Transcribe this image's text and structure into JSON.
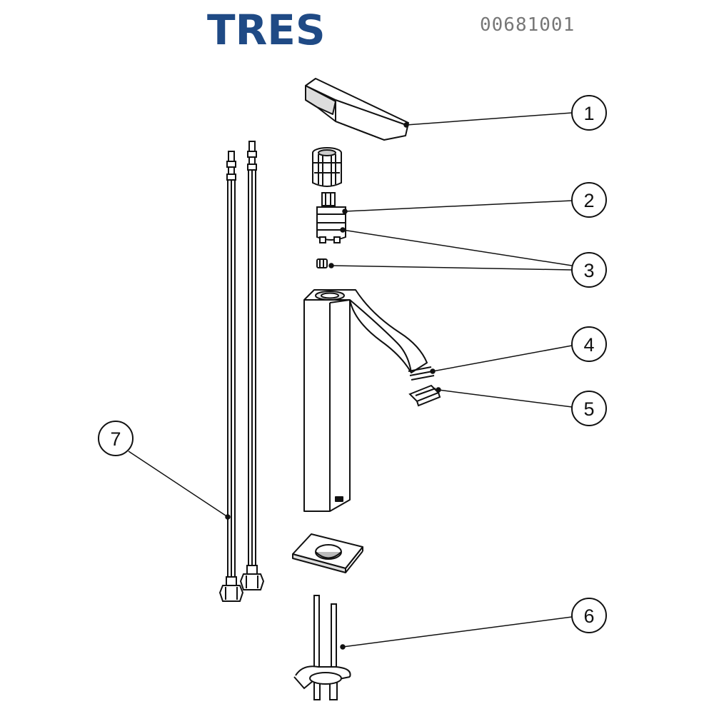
{
  "header": {
    "brand": "TRES",
    "part_code": "00681001",
    "brand_color": "#1f4a85"
  },
  "callouts": [
    {
      "number": "1",
      "part": "spout-lever-handle"
    },
    {
      "number": "2",
      "part": "cartridge"
    },
    {
      "number": "3",
      "part": "set-screw"
    },
    {
      "number": "4",
      "part": "aerator-gasket"
    },
    {
      "number": "5",
      "part": "aerator"
    },
    {
      "number": "6",
      "part": "fixing-kit"
    },
    {
      "number": "7",
      "part": "flexible-hoses"
    }
  ]
}
